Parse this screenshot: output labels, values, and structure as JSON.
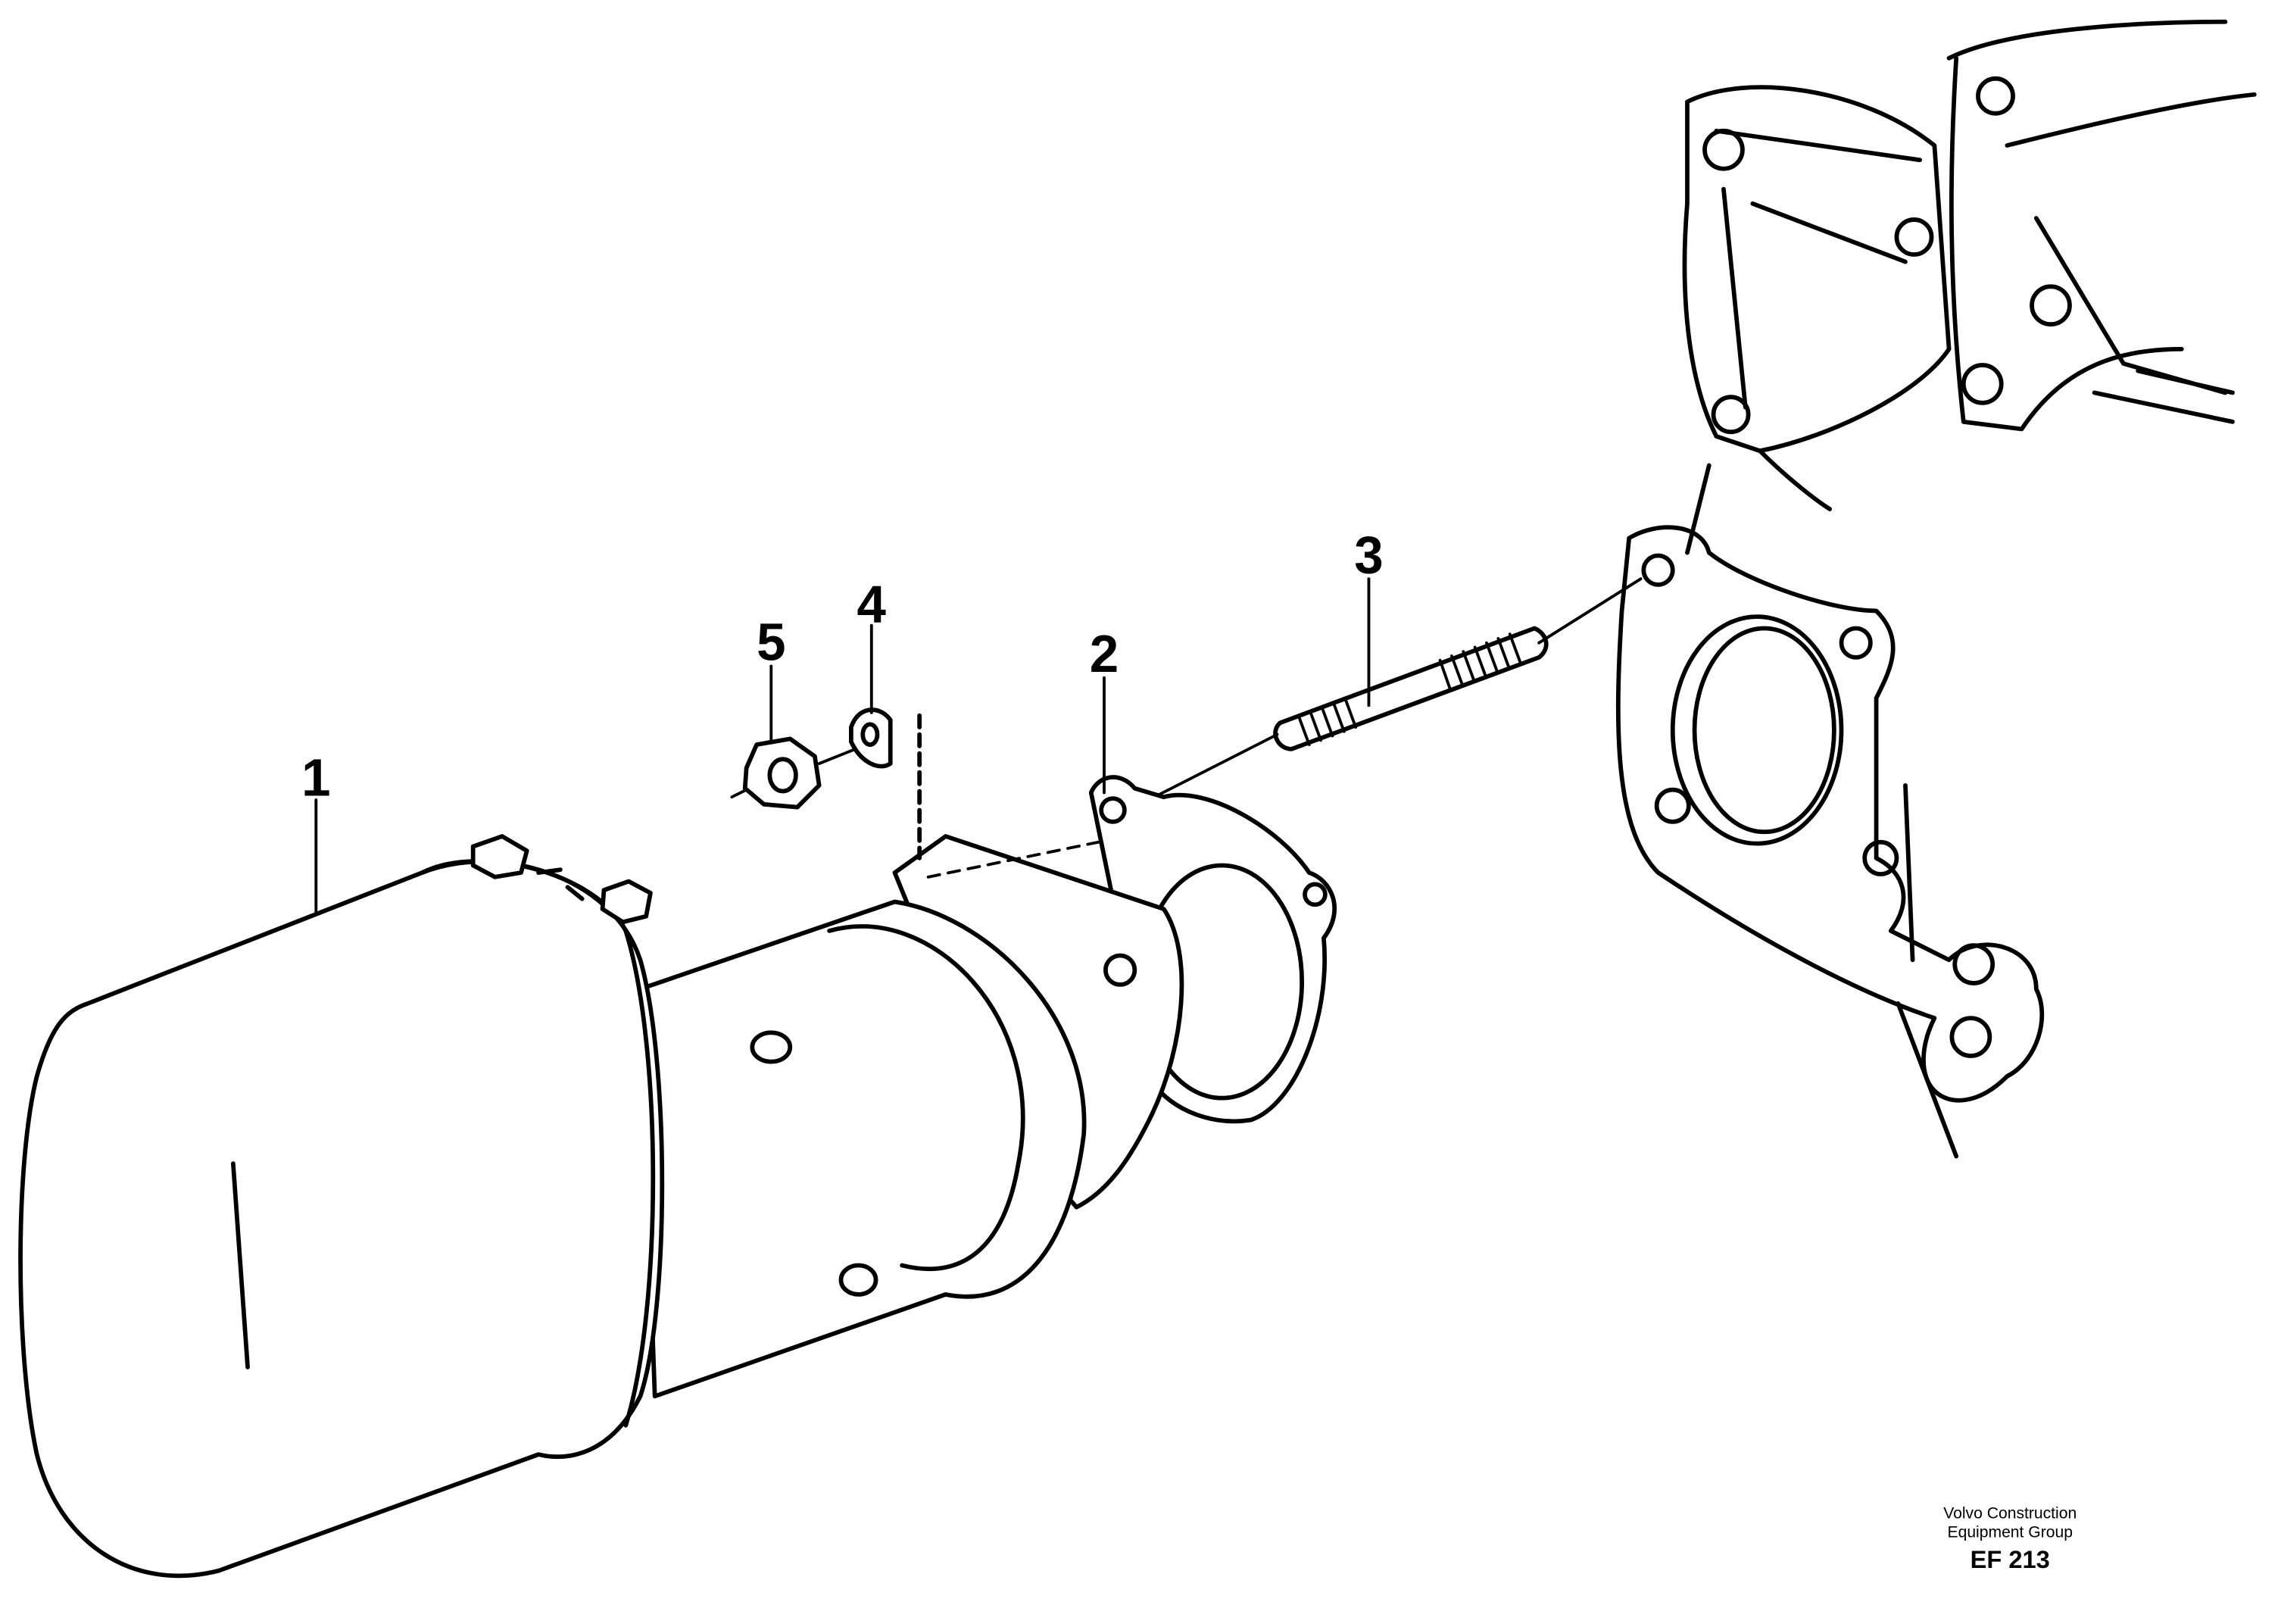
{
  "callouts": [
    {
      "id": "1",
      "text": "1"
    },
    {
      "id": "2",
      "text": "2"
    },
    {
      "id": "3",
      "text": "3"
    },
    {
      "id": "4",
      "text": "4"
    },
    {
      "id": "5",
      "text": "5"
    }
  ],
  "footer": {
    "brand_line1": "Volvo Construction",
    "brand_line2": "Equipment Group",
    "code": "EF 213"
  }
}
